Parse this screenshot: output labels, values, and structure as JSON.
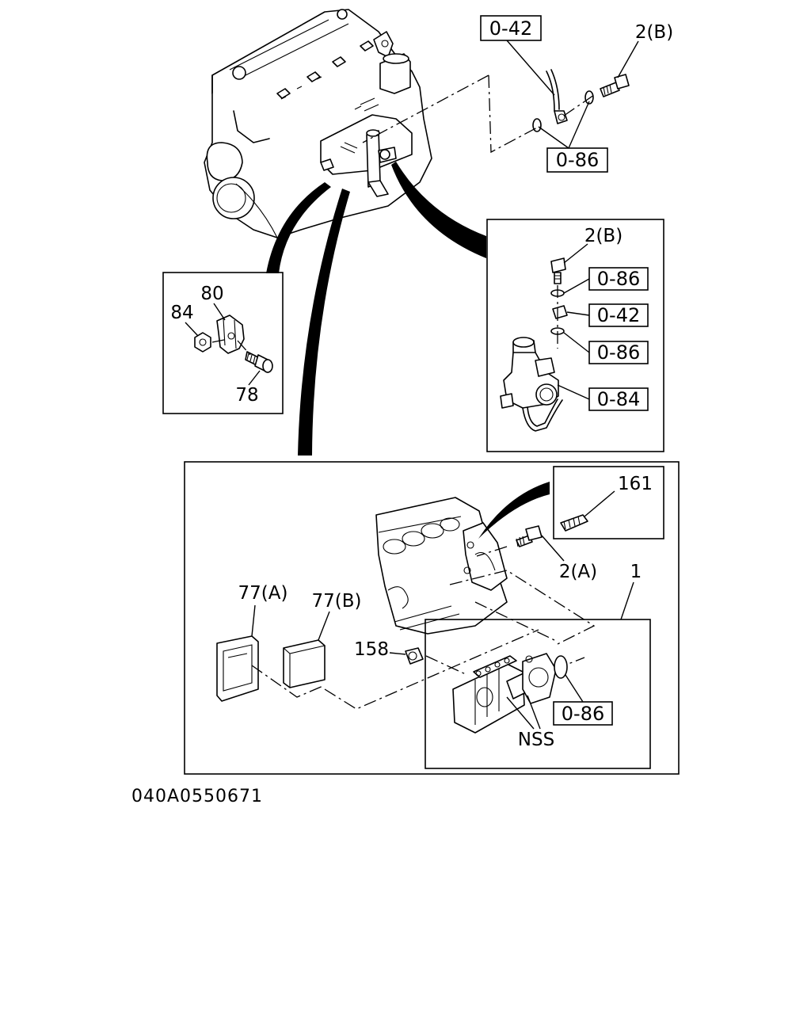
{
  "diagram_code": "040A0550671",
  "callouts": {
    "ref_042_top": "0-42",
    "ref_086_top": "0-86",
    "ref_086_a": "0-86",
    "ref_042_b": "0-42",
    "ref_086_b": "0-86",
    "ref_084": "0-84",
    "ref_086_c": "0-86"
  },
  "labels": {
    "bolt_2b_top": "2(B)",
    "bolt_2b_detail": "2(B)",
    "nut_84": "84",
    "bracket_80": "80",
    "bolt_78": "78",
    "stud_161": "161",
    "bolt_2a": "2(A)",
    "pump_1": "1",
    "plate_77a": "77(A)",
    "plate_77b": "77(B)",
    "nut_158": "158",
    "nss": "NSS"
  }
}
